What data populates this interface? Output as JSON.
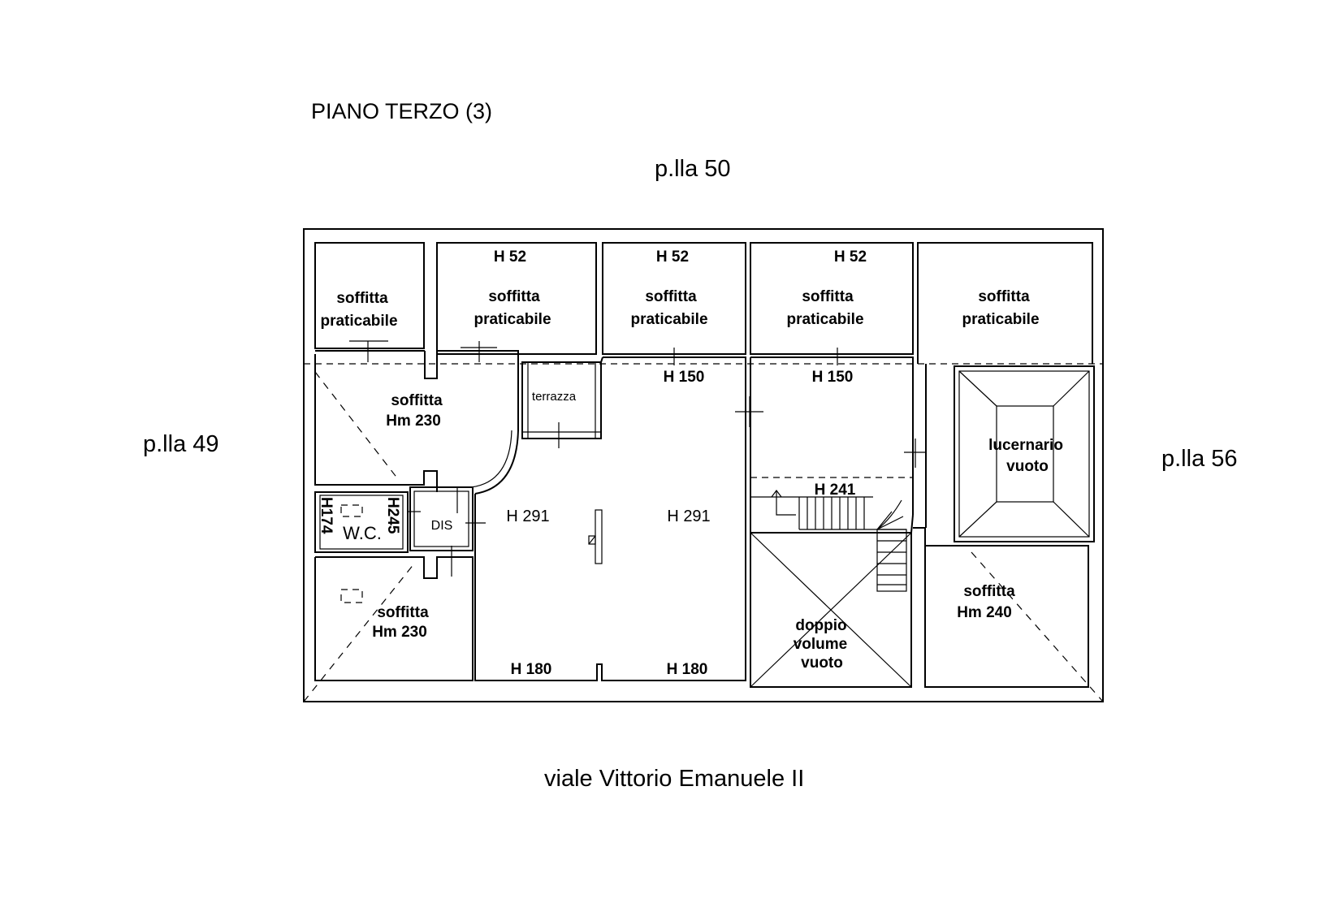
{
  "plan": {
    "title": "PIANO TERZO (3)",
    "north": "p.lla 50",
    "west": "p.lla 49",
    "east": "p.lla 56",
    "street": "viale Vittorio Emanuele II"
  },
  "rooms": {
    "r1": {
      "line1": "soffitta",
      "line2": "praticabile"
    },
    "r2": {
      "height": "H 52",
      "line1": "soffitta",
      "line2": "praticabile"
    },
    "r3": {
      "height": "H 52",
      "line1": "soffitta",
      "line2": "praticabile"
    },
    "r4": {
      "height": "H 52",
      "line1": "soffitta",
      "line2": "praticabile"
    },
    "r5": {
      "line1": "soffitta",
      "line2": "praticabile"
    },
    "attic_nw": {
      "line1": "soffitta",
      "line2": "Hm 230"
    },
    "terrace": {
      "label": "terrazza"
    },
    "main": {
      "h_top": "H 150",
      "h_left": "H 291",
      "h_right": "H 291",
      "h_bl": "H 180",
      "h_br": "H 180"
    },
    "right_room": {
      "h_top": "H 150",
      "h_stair": "H 241"
    },
    "wc": {
      "label": "W.C.",
      "h_left": "H174",
      "h_right": "H245"
    },
    "dis": {
      "label": "DIS"
    },
    "attic_sw": {
      "line1": "soffitta",
      "line2": "Hm 230"
    },
    "double": {
      "line1": "doppio",
      "line2": "volume",
      "line3": "vuoto"
    },
    "skylight": {
      "line1": "lucernario",
      "line2": "vuoto"
    },
    "attic_se": {
      "line1": "soffitta",
      "line2": "Hm 240"
    }
  }
}
